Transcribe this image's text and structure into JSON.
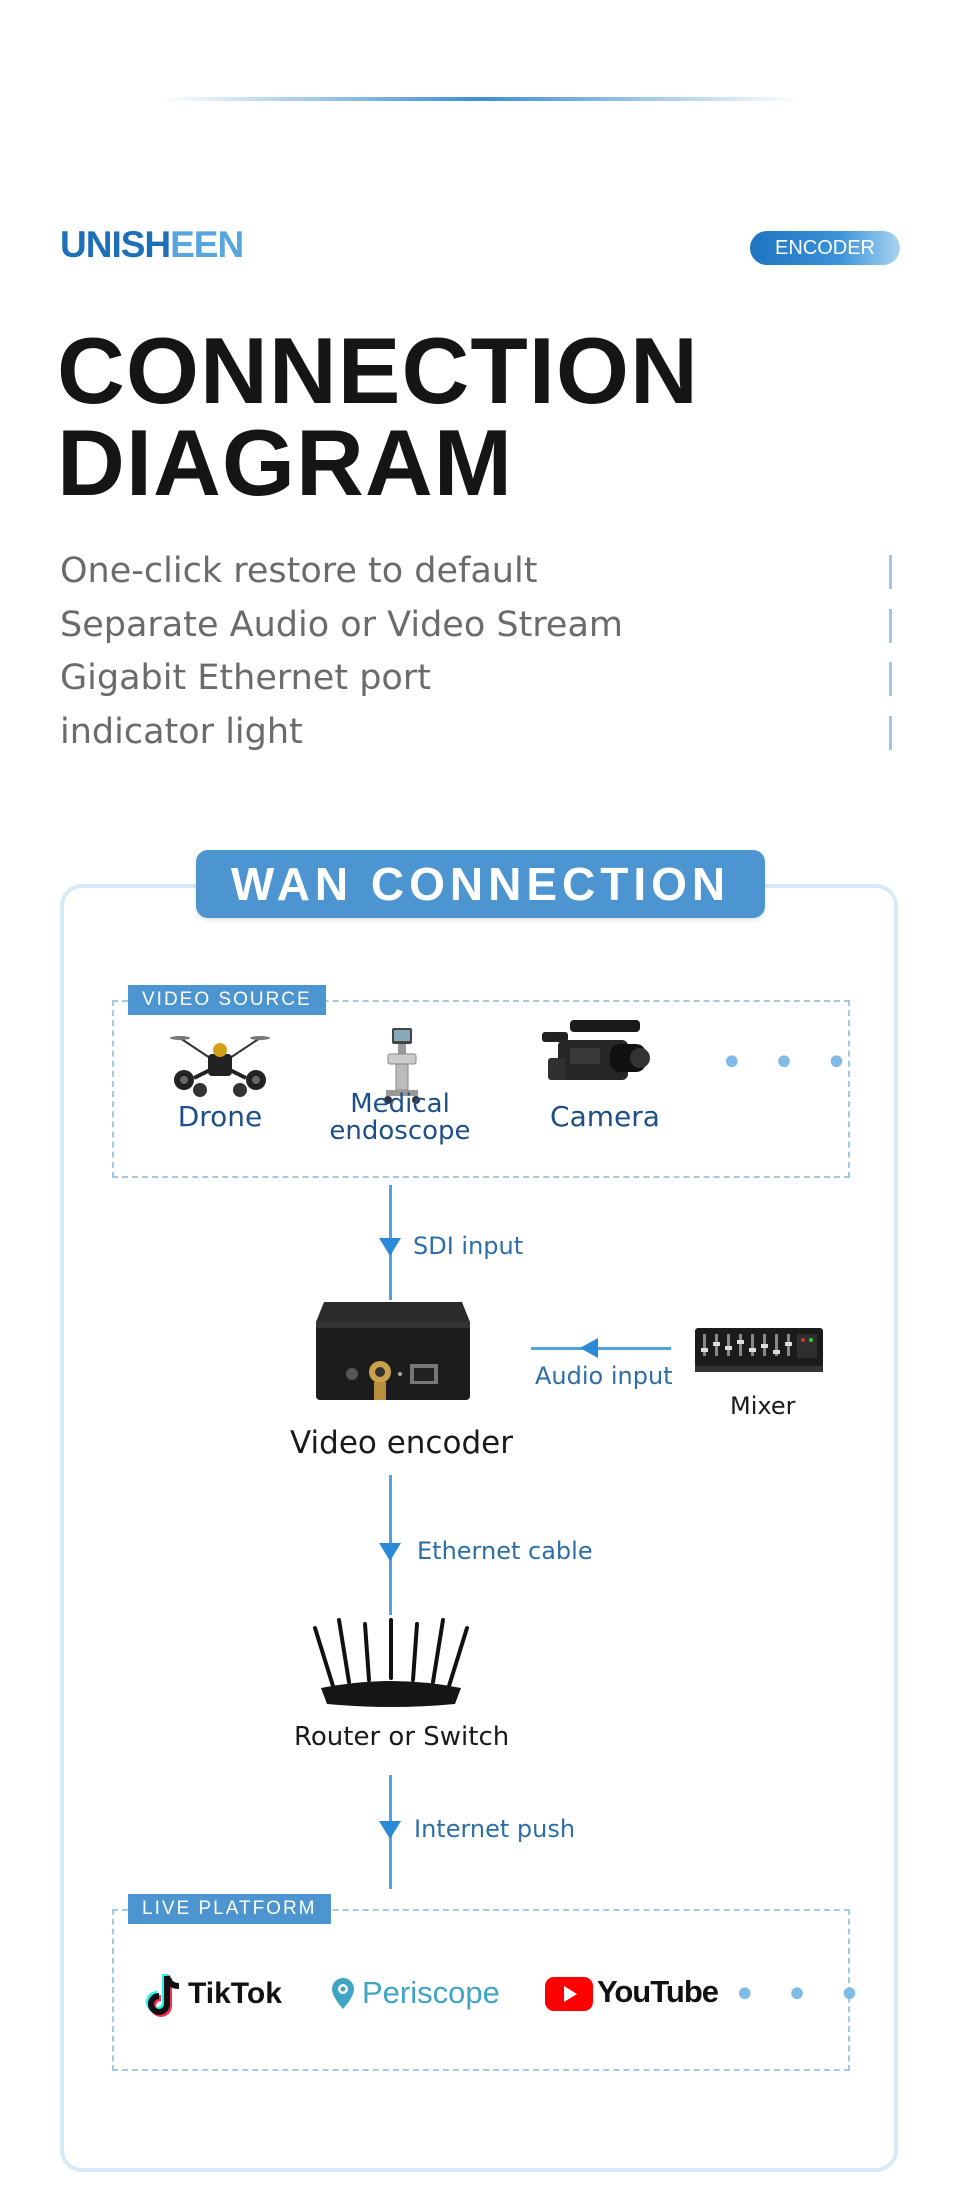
{
  "brand": {
    "logo_part1": "UNISH",
    "logo_part2": "EEN",
    "badge": "ENCODER"
  },
  "title": {
    "line1": "CONNECTION",
    "line2": "DIAGRAM"
  },
  "features": [
    "One-click restore to default",
    "Separate Audio or Video Stream",
    "Gigabit Ethernet port",
    "indicator light"
  ],
  "section_title": "WAN CONNECTION",
  "video_source": {
    "tag": "VIDEO SOURCE",
    "items": [
      {
        "label": "Drone",
        "icon": "drone-icon"
      },
      {
        "label_line1": "Medical",
        "label_line2": "endoscope",
        "icon": "medical-cart-icon"
      },
      {
        "label": "Camera",
        "icon": "camcorder-icon"
      }
    ],
    "more": "• • •"
  },
  "flow": {
    "sdi": "SDI input",
    "encoder": "Video encoder",
    "audio": "Audio input",
    "mixer": "Mixer",
    "ethernet": "Ethernet cable",
    "router": "Router or Switch",
    "internet": "Internet push"
  },
  "live_platform": {
    "tag": "LIVE PLATFORM",
    "platforms": [
      "TikTok",
      "Periscope",
      "YouTube"
    ],
    "more": "• • •"
  },
  "colors": {
    "accent": "#4c95d0",
    "brand_dark": "#1d6fb8",
    "brand_light": "#57a6dd",
    "arrow": "#2a8ad8"
  }
}
